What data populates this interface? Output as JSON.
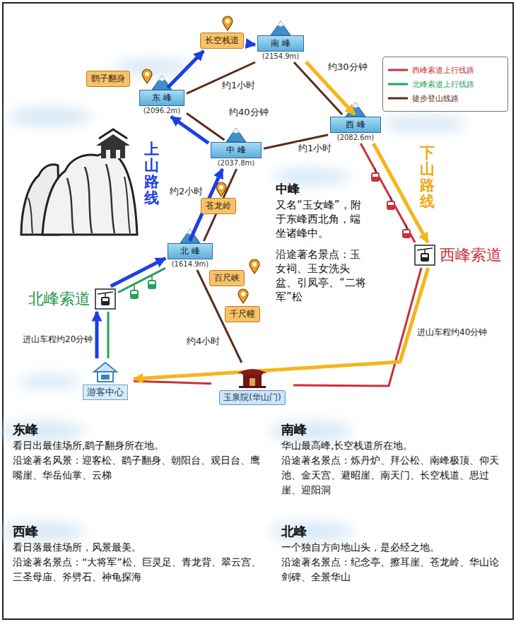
{
  "diagram": {
    "nodes": [
      {
        "text": [
          "长空栈道"
        ]
      },
      {
        "text": [
          "南 峰",
          "(2154.9m)"
        ]
      },
      {
        "text": [
          "鹞子翻身"
        ]
      },
      {
        "text": [
          "东 峰",
          "(2096.2m)"
        ]
      },
      {
        "text": [
          "中 峰",
          "(2037.8m)"
        ]
      },
      {
        "text": [
          "西 峰",
          "(2082.6m)"
        ]
      },
      {
        "text": [
          "苍龙岭"
        ]
      },
      {
        "text": [
          "北 峰",
          "(1614.9m)"
        ]
      },
      {
        "text": [
          "百尺峡"
        ]
      },
      {
        "text": [
          "北峰索道"
        ]
      },
      {
        "text": [
          "西峰索道"
        ]
      },
      {
        "text": [
          "千尺幢"
        ]
      },
      {
        "text": [
          "游客中心"
        ]
      },
      {
        "text": [
          "玉泉院(华山门)"
        ]
      }
    ],
    "edges": [
      {
        "from": 13,
        "to": 7,
        "arrow": "none",
        "label": "约4小时"
      },
      {
        "from": 7,
        "to": 4,
        "arrow": "none",
        "label": "约2小时"
      },
      {
        "from": 4,
        "to": 3,
        "arrow": "none",
        "label": "约40分钟"
      },
      {
        "from": 3,
        "to": 1,
        "arrow": "none",
        "label": "约1小时"
      },
      {
        "from": 4,
        "to": 5,
        "arrow": "none",
        "label": "约1小时"
      },
      {
        "from": 1,
        "to": 5,
        "arrow": "none"
      },
      {
        "from": 12,
        "to": 9,
        "arrow": "none"
      },
      {
        "from": 9,
        "to": 7,
        "arrow": "none"
      },
      {
        "from": 12,
        "to": 13,
        "arrow": "none"
      },
      {
        "from": 13,
        "to": 10,
        "arrow": "none",
        "label": "进山车程约40分钟"
      },
      {
        "from": 10,
        "to": 5,
        "arrow": "none"
      },
      {
        "from": 12,
        "to": 9,
        "arrow": "to",
        "label": "进山车程约20分钟"
      },
      {
        "from": 9,
        "to": 7,
        "arrow": "to"
      },
      {
        "from": 7,
        "to": 4,
        "arrow": "to"
      },
      {
        "from": 4,
        "to": 3,
        "arrow": "to"
      },
      {
        "from": 3,
        "to": 0,
        "arrow": "to"
      },
      {
        "from": 0,
        "to": 1,
        "arrow": "to"
      },
      {
        "from": 1,
        "to": 5,
        "arrow": "to",
        "label": "约30分钟"
      },
      {
        "from": 5,
        "to": 10,
        "arrow": "to"
      },
      {
        "from": 10,
        "to": 12,
        "arrow": "to"
      }
    ],
    "labels": [
      "上山路线",
      "下山路线",
      "中峰",
      "又名“玉女峰”，附于东峰西北角，端坐诸峰中。",
      "沿途著名景点：玉女祠、玉女洗头盆、引凤亭、“二将军”松",
      "东峰",
      "看日出最佳场所,鹞子翻身所在地。",
      "沿途著名风景：迎客松、鹞子翻身、朝阳台、观日台、鹰嘴崖、华岳仙掌、云梯",
      "南峰",
      "华山最高峰,长空栈道所在地。",
      "沿途著名景点：炼丹炉、拜公松、南峰极顶、仰天池、金天宫、避昭崖、南天门、长空栈道、思过崖、迎阳洞",
      "西峰",
      "看日落最佳场所，风景最美。",
      "沿途著名景点：“大将军”松、巨灵足、青龙背、翠云宫、三圣母庙、斧劈石、神龟探海",
      "北峰",
      "一个独自方向地山头，是必经之地。",
      "沿途著名景点：纪念亭、擦耳崖、苍龙岭、华山论剑碑、全景华山"
    ],
    "legend": [
      {
        "text": "西峰索道上行线路"
      },
      {
        "text": "北峰索道上行线路"
      },
      {
        "text": "徒步登山线路"
      }
    ]
  }
}
